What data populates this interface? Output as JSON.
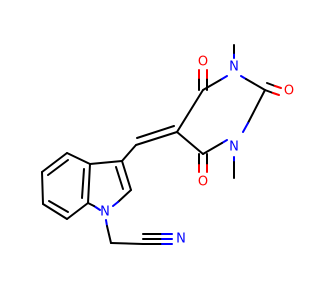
{
  "molecule": {
    "atoms": {
      "o_top": {
        "label": "O",
        "color": "#ff0000"
      },
      "n_top": {
        "label": "N",
        "color": "#0000ff"
      },
      "o_right": {
        "label": "O",
        "color": "#ff0000"
      },
      "n_right": {
        "label": "N",
        "color": "#0000ff"
      },
      "o_bottom": {
        "label": "O",
        "color": "#ff0000"
      },
      "n_indole": {
        "label": "N",
        "color": "#0000ff"
      },
      "n_nitrile": {
        "label": "N",
        "color": "#0000ff"
      }
    },
    "colors": {
      "carbon_bond": "#000000",
      "oxygen": "#ff0000",
      "nitrogen": "#0000ff",
      "background": "#ffffff"
    }
  }
}
